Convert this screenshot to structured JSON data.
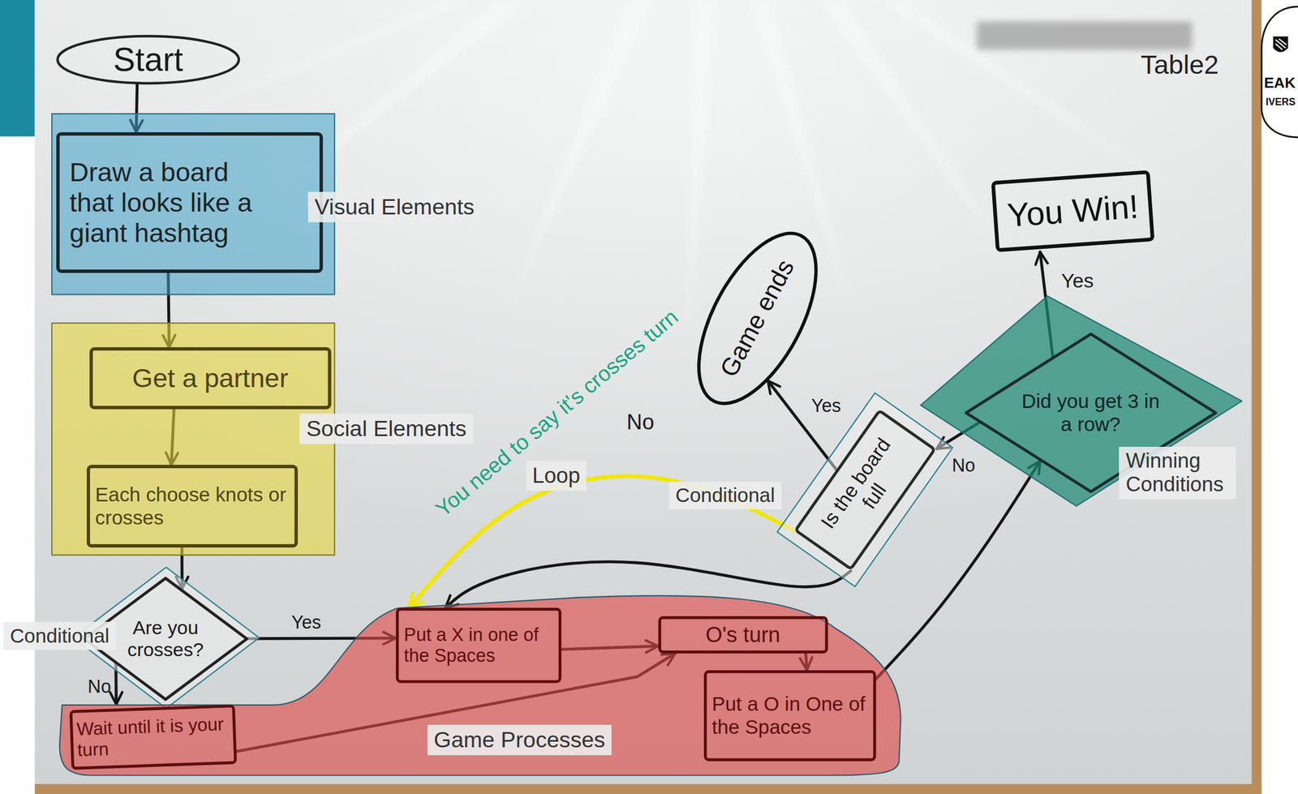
{
  "diagram": {
    "nodes": [
      {
        "text": [
          "Start"
        ]
      },
      {
        "text": [
          "Visual Elements"
        ]
      },
      {
        "text": [
          "Draw a board that looks like a giant hashtag"
        ],
        "in": 1
      },
      {
        "text": [
          "Social Elements"
        ]
      },
      {
        "text": [
          "Get a partner"
        ],
        "in": 3
      },
      {
        "text": [
          "Each choose knots or crosses"
        ],
        "in": 3
      },
      {
        "text": [
          "Conditional"
        ]
      },
      {
        "text": [
          "Are you crosses?"
        ],
        "in": 6
      },
      {
        "text": [
          "Game Processes"
        ]
      },
      {
        "text": [
          "Wait until it is your turn"
        ],
        "in": 8
      },
      {
        "text": [
          "Put a X in one of the Spaces"
        ],
        "in": 8
      },
      {
        "text": [
          "O's turn"
        ],
        "in": 8
      },
      {
        "text": [
          "Put a O in One of the Spaces"
        ],
        "in": 8
      },
      {
        "text": [
          "Conditional"
        ]
      },
      {
        "text": [
          "Is the board full"
        ],
        "in": 13
      },
      {
        "text": [
          "Game ends"
        ]
      },
      {
        "text": [
          "Winning Conditions"
        ]
      },
      {
        "text": [
          "Did you get 3 in a row?"
        ],
        "in": 16
      },
      {
        "text": [
          "You Win!"
        ]
      }
    ],
    "edges": [
      {
        "from": 0,
        "to": 2,
        "arrow": "to"
      },
      {
        "from": 2,
        "to": 4,
        "arrow": "to"
      },
      {
        "from": 4,
        "to": 5,
        "arrow": "to"
      },
      {
        "from": 5,
        "to": 7,
        "arrow": "to"
      },
      {
        "from": 7,
        "to": 10,
        "label": "Yes",
        "arrow": "to"
      },
      {
        "from": 7,
        "to": 9,
        "label": "No",
        "arrow": "to"
      },
      {
        "from": 10,
        "to": 11,
        "arrow": "to"
      },
      {
        "from": 9,
        "to": 11,
        "arrow": "to"
      },
      {
        "from": 11,
        "to": 12,
        "arrow": "to"
      },
      {
        "from": 12,
        "to": 17,
        "arrow": "to"
      },
      {
        "from": 17,
        "to": 18,
        "label": "Yes",
        "arrow": "to"
      },
      {
        "from": 17,
        "to": 14,
        "label": "No",
        "arrow": "to"
      },
      {
        "from": 14,
        "to": 15,
        "label": "Yes",
        "arrow": "to"
      },
      {
        "from": 14,
        "to": 10,
        "label": "No",
        "arrow": "to"
      },
      {
        "from": 14,
        "to": 10,
        "label": "Loop",
        "arrow": "to"
      }
    ],
    "labels": [
      "Table2",
      "You need to say it's crosses turn",
      "EAK",
      "IVERS"
    ]
  }
}
